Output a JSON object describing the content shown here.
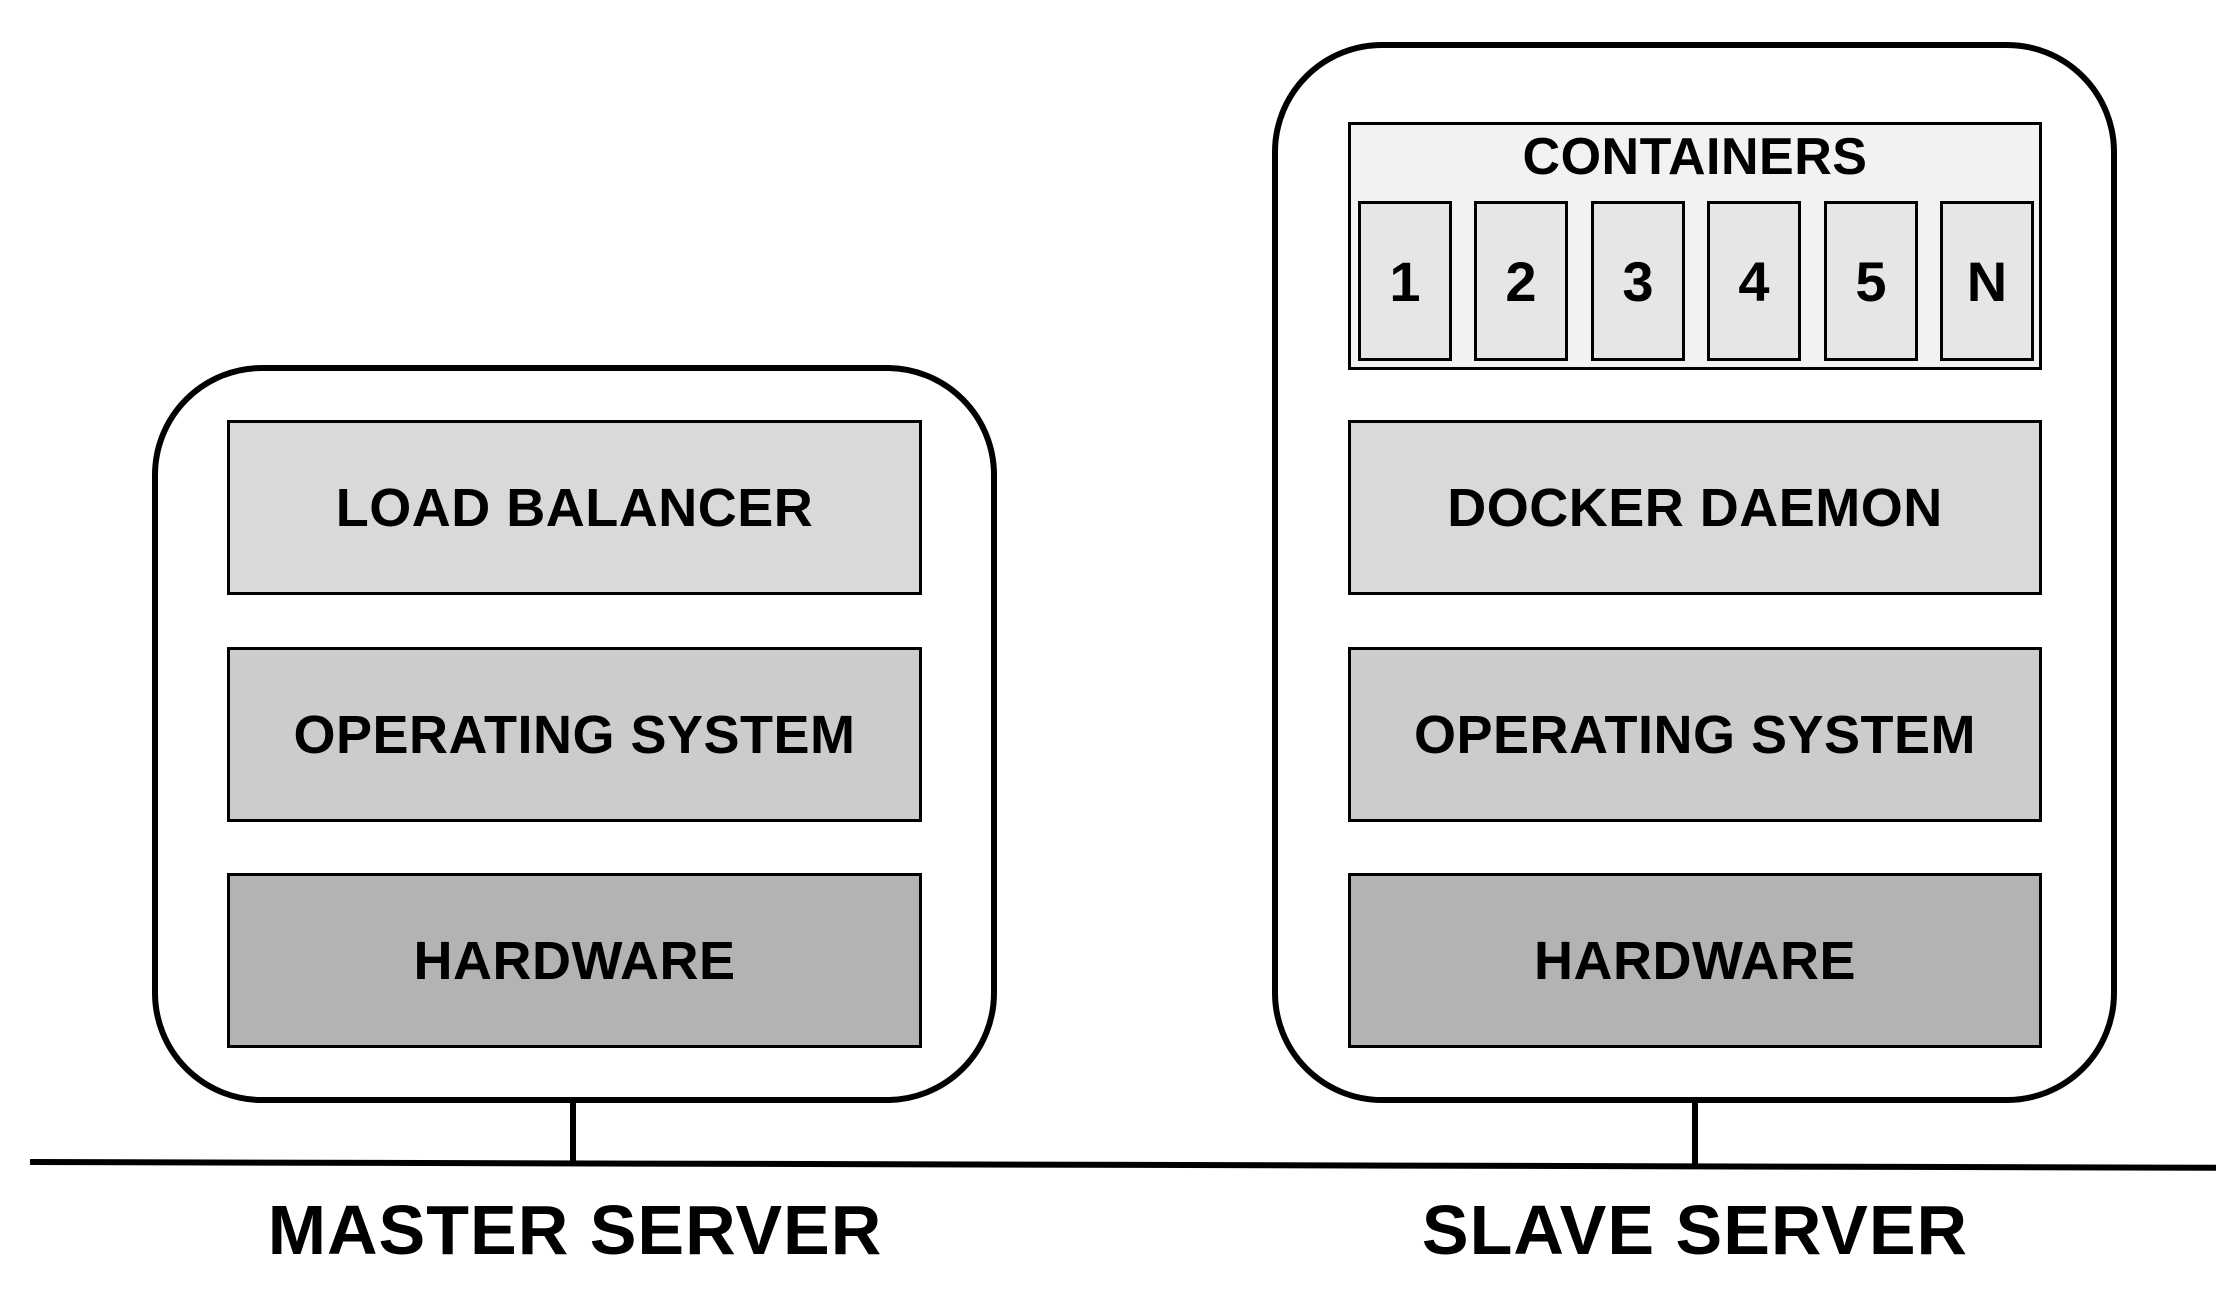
{
  "colors": {
    "line": "#000000",
    "background": "#ffffff",
    "containers_bg": "#f2f2f2",
    "slot_bg": "#e6e6e6",
    "layer_light": "#d9d9d9",
    "layer_mid": "#cccccc",
    "layer_dark": "#b3b3b3"
  },
  "master": {
    "label": "MASTER SERVER",
    "layers": {
      "load_balancer": "LOAD BALANCER",
      "operating_system": "OPERATING SYSTEM",
      "hardware": "HARDWARE"
    }
  },
  "slave": {
    "label": "SLAVE SERVER",
    "containers": {
      "title": "CONTAINERS",
      "slots": [
        "1",
        "2",
        "3",
        "4",
        "5",
        "N"
      ]
    },
    "layers": {
      "docker_daemon": "DOCKER DAEMON",
      "operating_system": "OPERATING SYSTEM",
      "hardware": "HARDWARE"
    }
  }
}
